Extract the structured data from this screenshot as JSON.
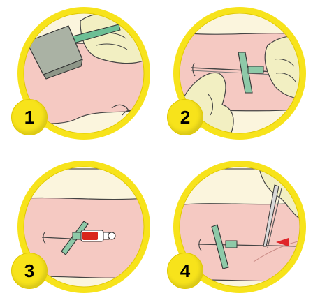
{
  "steps": [
    {
      "number": "1"
    },
    {
      "number": "2"
    },
    {
      "number": "3"
    },
    {
      "number": "4"
    }
  ],
  "colors": {
    "ring": "#f7e31b",
    "skin": "#f5c9c2",
    "background": "#fbf5dd",
    "glove": "#f2efc2",
    "catheter_hub": "#8ec9a8",
    "syringe_blood": "#d9261c",
    "arrow": "#e0242a"
  },
  "icons": [
    "swab-icon",
    "catheter-icon",
    "syringe-icon",
    "forceps-icon",
    "direction-arrow-icon"
  ]
}
